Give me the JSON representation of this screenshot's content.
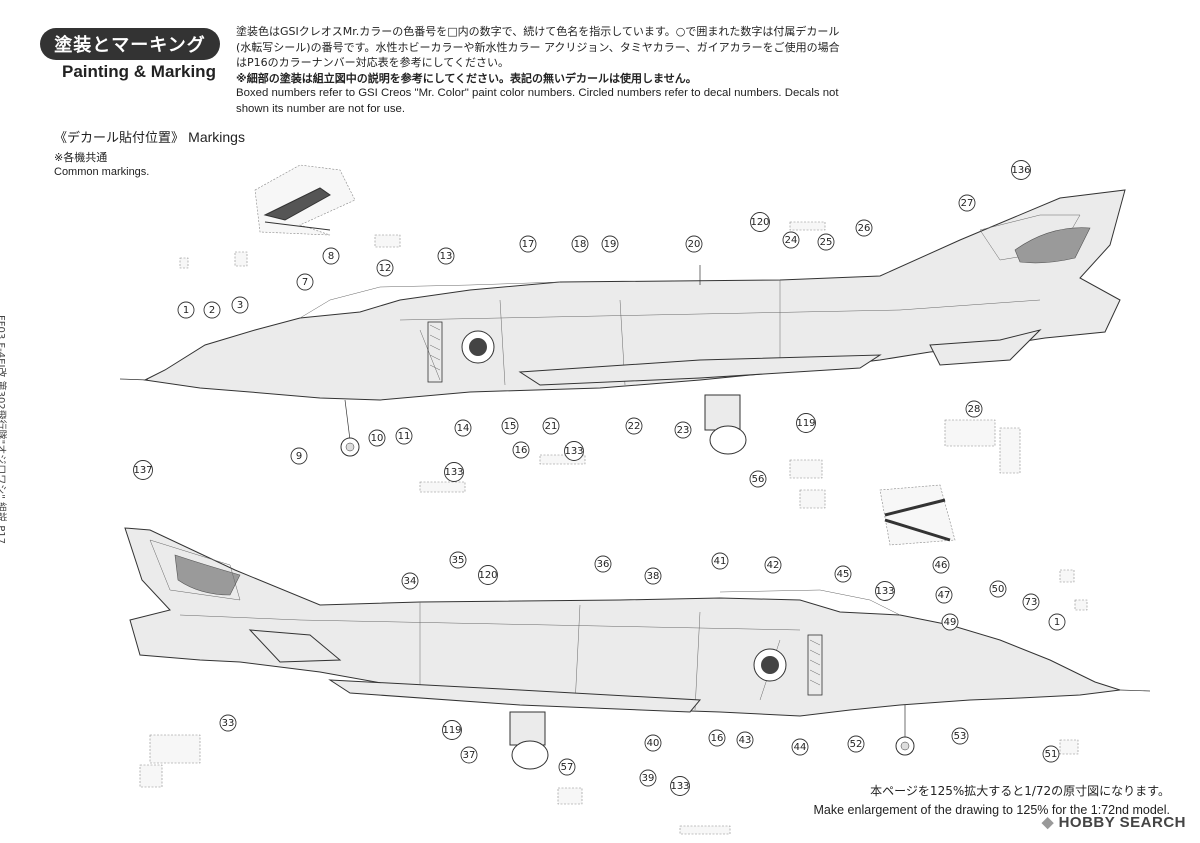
{
  "header": {
    "title_ja": "塗装とマーキング",
    "title_en": "Painting & Marking"
  },
  "intro": {
    "line1_ja": "塗装色はGSIクレオスMr.カラーの色番号を□内の数字で、続けて色名を指示しています。○で囲まれた数字は付属デカール",
    "line2_ja": "(水転写シール)の番号です。水性ホビーカラーや新水性カラー アクリジョン、タミヤカラー、ガイアカラーをご使用の場合",
    "line3_ja": "はP16のカラーナンバー対応表を参考にしてください。",
    "note_ja": "※細部の塗装は組立図中の説明を参考にしてください。表記の無いデカールは使用しません。",
    "line1_en": "Boxed numbers refer to GSI Creos \"Mr. Color\" paint color numbers. Circled numbers refer to decal numbers. Decals not",
    "line2_en": "shown its number are not for use."
  },
  "markings": {
    "heading_ja": "《デカール貼付位置》",
    "heading_en": "Markings",
    "common_ja": "※各機共通",
    "common_en": "Common markings."
  },
  "side_code": "FF03 F-4EJ改 第302飛行隊\"オジロワシ\" 組説 P17",
  "footnote": {
    "ja": "本ページを125%拡大すると1/72の原寸図になります。",
    "en": "Make enlargement of the drawing to 125% for the 1:72nd model."
  },
  "watermark": {
    "logo": "HOBBY SEARCH"
  },
  "callouts_top": [
    "1",
    "2",
    "3",
    "7",
    "8",
    "12",
    "13",
    "17",
    "18",
    "19",
    "20",
    "120",
    "24",
    "25",
    "26",
    "136",
    "27",
    "9",
    "10",
    "11",
    "133",
    "14",
    "15",
    "16",
    "21",
    "133",
    "22",
    "23",
    "119",
    "28",
    "56"
  ],
  "callouts_bottom": [
    "137",
    "34",
    "35",
    "120",
    "36",
    "38",
    "41",
    "42",
    "45",
    "46",
    "133",
    "47",
    "50",
    "73",
    "1",
    "49",
    "33",
    "119",
    "37",
    "57",
    "39",
    "40",
    "133",
    "16",
    "43",
    "44",
    "52",
    "53",
    "51"
  ],
  "colors": {
    "ink": "#222222",
    "pill": "#333333",
    "fuselage": "#ebebeb"
  }
}
